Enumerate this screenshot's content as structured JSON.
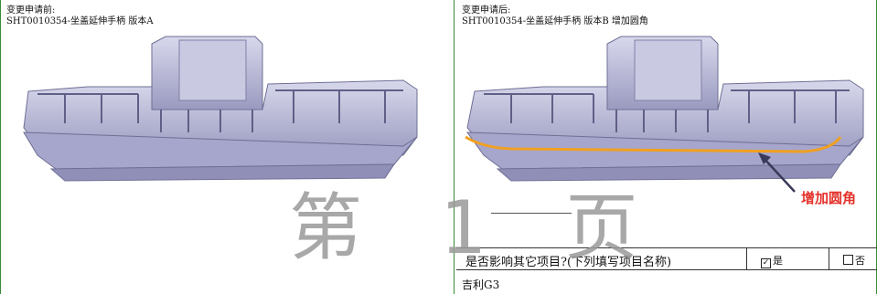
{
  "left": {
    "caption_line1": "变更申请前:",
    "caption_line2": "SHT0010354-坐盖延伸手柄 版本A"
  },
  "right": {
    "caption_line1": "变更申请后:",
    "caption_line2": "SHT0010354-坐盖延伸手柄 版本B 增加圆角",
    "callout": "增加圆角"
  },
  "watermark": "第 1 页",
  "question": {
    "label": "是否影响其它项目?(下列填写项目名称)",
    "yes_label": "是",
    "yes_checked": true,
    "no_label": "否",
    "no_checked": false
  },
  "footer": "吉利G3",
  "colors": {
    "part": "#b9b9d6",
    "part_shadow": "#6f6f96",
    "fillet": "#f0a020",
    "callout": "#e4322b",
    "border": "#3a8a3a"
  }
}
